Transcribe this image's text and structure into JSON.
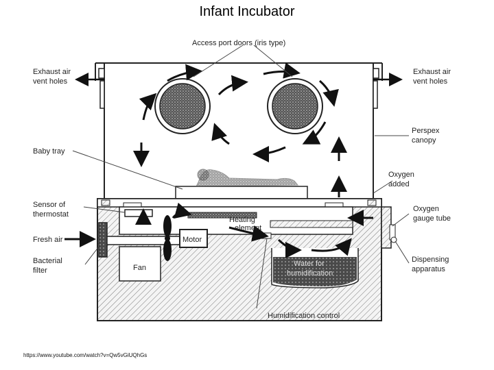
{
  "title": "Infant Incubator",
  "source_url": "https://www.youtube.com/watch?v=Qw5vGiUQhGs",
  "labels": {
    "access_port": "Access port doors (iris type)",
    "exhaust_left_1": "Exhaust air",
    "exhaust_left_2": "vent holes",
    "exhaust_right_1": "Exhaust air",
    "exhaust_right_2": "vent holes",
    "perspex_1": "Perspex",
    "perspex_2": "canopy",
    "baby_tray": "Baby tray",
    "oxygen_added_1": "Oxygen",
    "oxygen_added_2": "added",
    "sensor_1": "Sensor of",
    "sensor_2": "thermostat",
    "oxygen_gauge_1": "Oxygen",
    "oxygen_gauge_2": "gauge tube",
    "fresh_air": "Fresh air",
    "heating_1": "Heating",
    "heating_2": "element",
    "motor": "Motor",
    "fan": "Fan",
    "bacterial_1": "Bacterial",
    "bacterial_2": "filter",
    "water_1": "Water for",
    "water_2": "humidification",
    "dispensing_1": "Dispensing",
    "dispensing_2": "apparatus",
    "humidification_control": "Humidification control"
  }
}
